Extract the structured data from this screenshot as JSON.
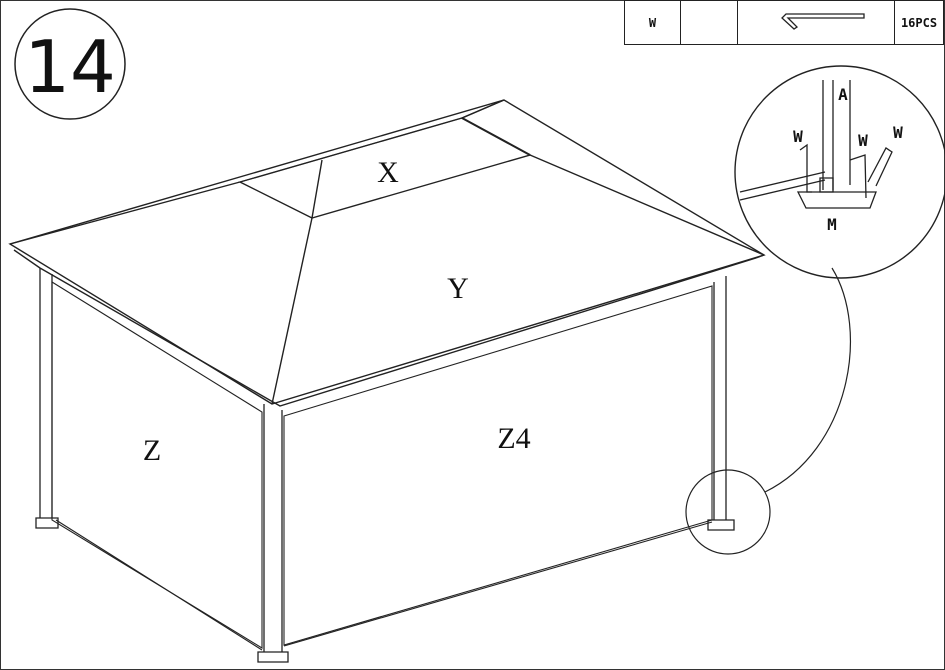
{
  "step_number": "14",
  "parts_table": {
    "code": "W",
    "blank": "",
    "quantity": "16PCS",
    "icon": "hook-stake-icon"
  },
  "labels": {
    "roof_top": "X",
    "roof_main": "Y",
    "side_curtain_left": "Z",
    "side_curtain_front": "Z4"
  },
  "detail_labels": {
    "post": "A",
    "base_plate": "M",
    "stake_1": "W",
    "stake_2": "W",
    "stake_3": "W"
  }
}
